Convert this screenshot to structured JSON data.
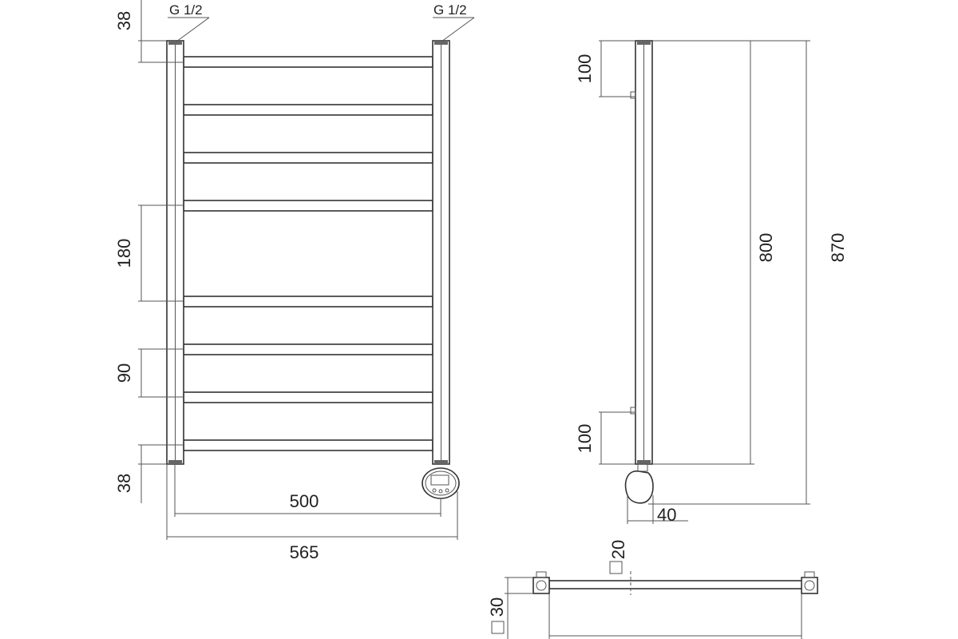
{
  "labels": {
    "thread_left": "G 1/2",
    "thread_right": "G 1/2",
    "dim_38_top": "38",
    "dim_180": "180",
    "dim_90": "90",
    "dim_38_bottom": "38",
    "dim_500": "500",
    "dim_565": "565",
    "dim_100_top": "100",
    "dim_800": "800",
    "dim_870": "870",
    "dim_100_bottom": "100",
    "dim_40": "40",
    "dim_20": "20",
    "dim_30": "30"
  }
}
